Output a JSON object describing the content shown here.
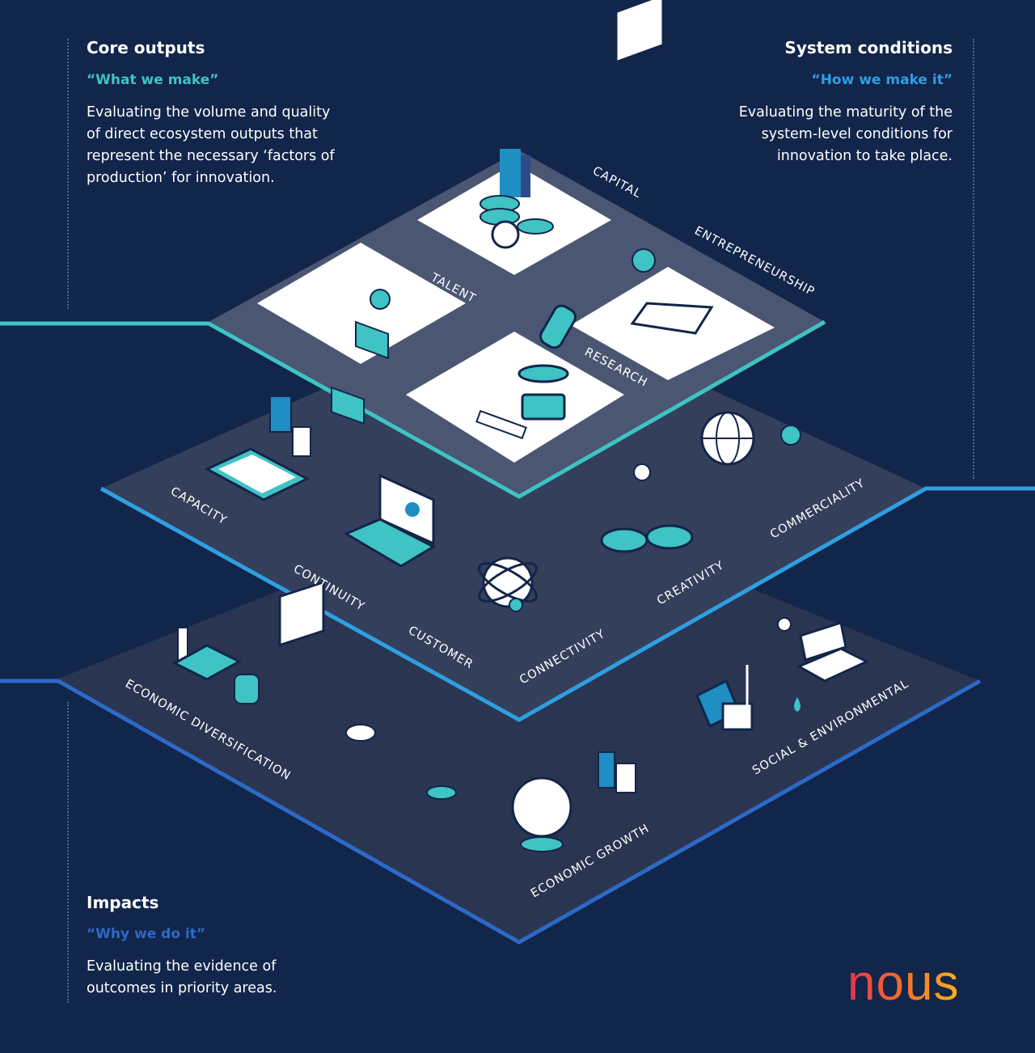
{
  "colors": {
    "background": "#12254a",
    "teal_accent": "#3fc3c4",
    "blue_accent": "#2f9fe0",
    "deep_blue_accent": "#2d69c6",
    "platform_top": "#4a5672",
    "platform_mid": "#343f5c",
    "platform_bottom": "#2a3552"
  },
  "core_outputs": {
    "title": "Core outputs",
    "subtitle": "“What we make”",
    "description_lines": [
      "Evaluating the volume and quality",
      "of direct ecosystem outputs that",
      "represent the necessary ‘factors of",
      "production’ for innovation."
    ]
  },
  "system_conditions": {
    "title": "System conditions",
    "subtitle": "“How we make it”",
    "description_lines": [
      "Evaluating the maturity of the",
      "system-level conditions for",
      "innovation to take place."
    ]
  },
  "impacts": {
    "title": "Impacts",
    "subtitle": "“Why we do it”",
    "description_lines": [
      "Evaluating the evidence of",
      "outcomes in priority areas."
    ]
  },
  "layers": {
    "top_labels": [
      "CAPITAL",
      "ENTREPRENEURSHIP",
      "TALENT",
      "RESEARCH"
    ],
    "middle_labels": [
      "CAPACITY",
      "CONTINUITY",
      "CUSTOMER",
      "CONNECTIVITY",
      "CREATIVITY",
      "COMMERCIALITY"
    ],
    "bottom_labels": [
      "ECONOMIC DIVERSIFICATION",
      "ECONOMIC GROWTH",
      "SOCIAL & ENVIRONMENTAL"
    ]
  },
  "logo": {
    "text": "nous",
    "icon": "nous-logo"
  },
  "icons": [
    "bank-coins-icon",
    "puzzle-icon",
    "meeting-icon",
    "microscope-icon",
    "clipboard-chart-icon",
    "laptop-icon",
    "atom-icon",
    "gears-icon",
    "globe-icon",
    "factory-icon",
    "solar-house-icon",
    "books-icon"
  ]
}
